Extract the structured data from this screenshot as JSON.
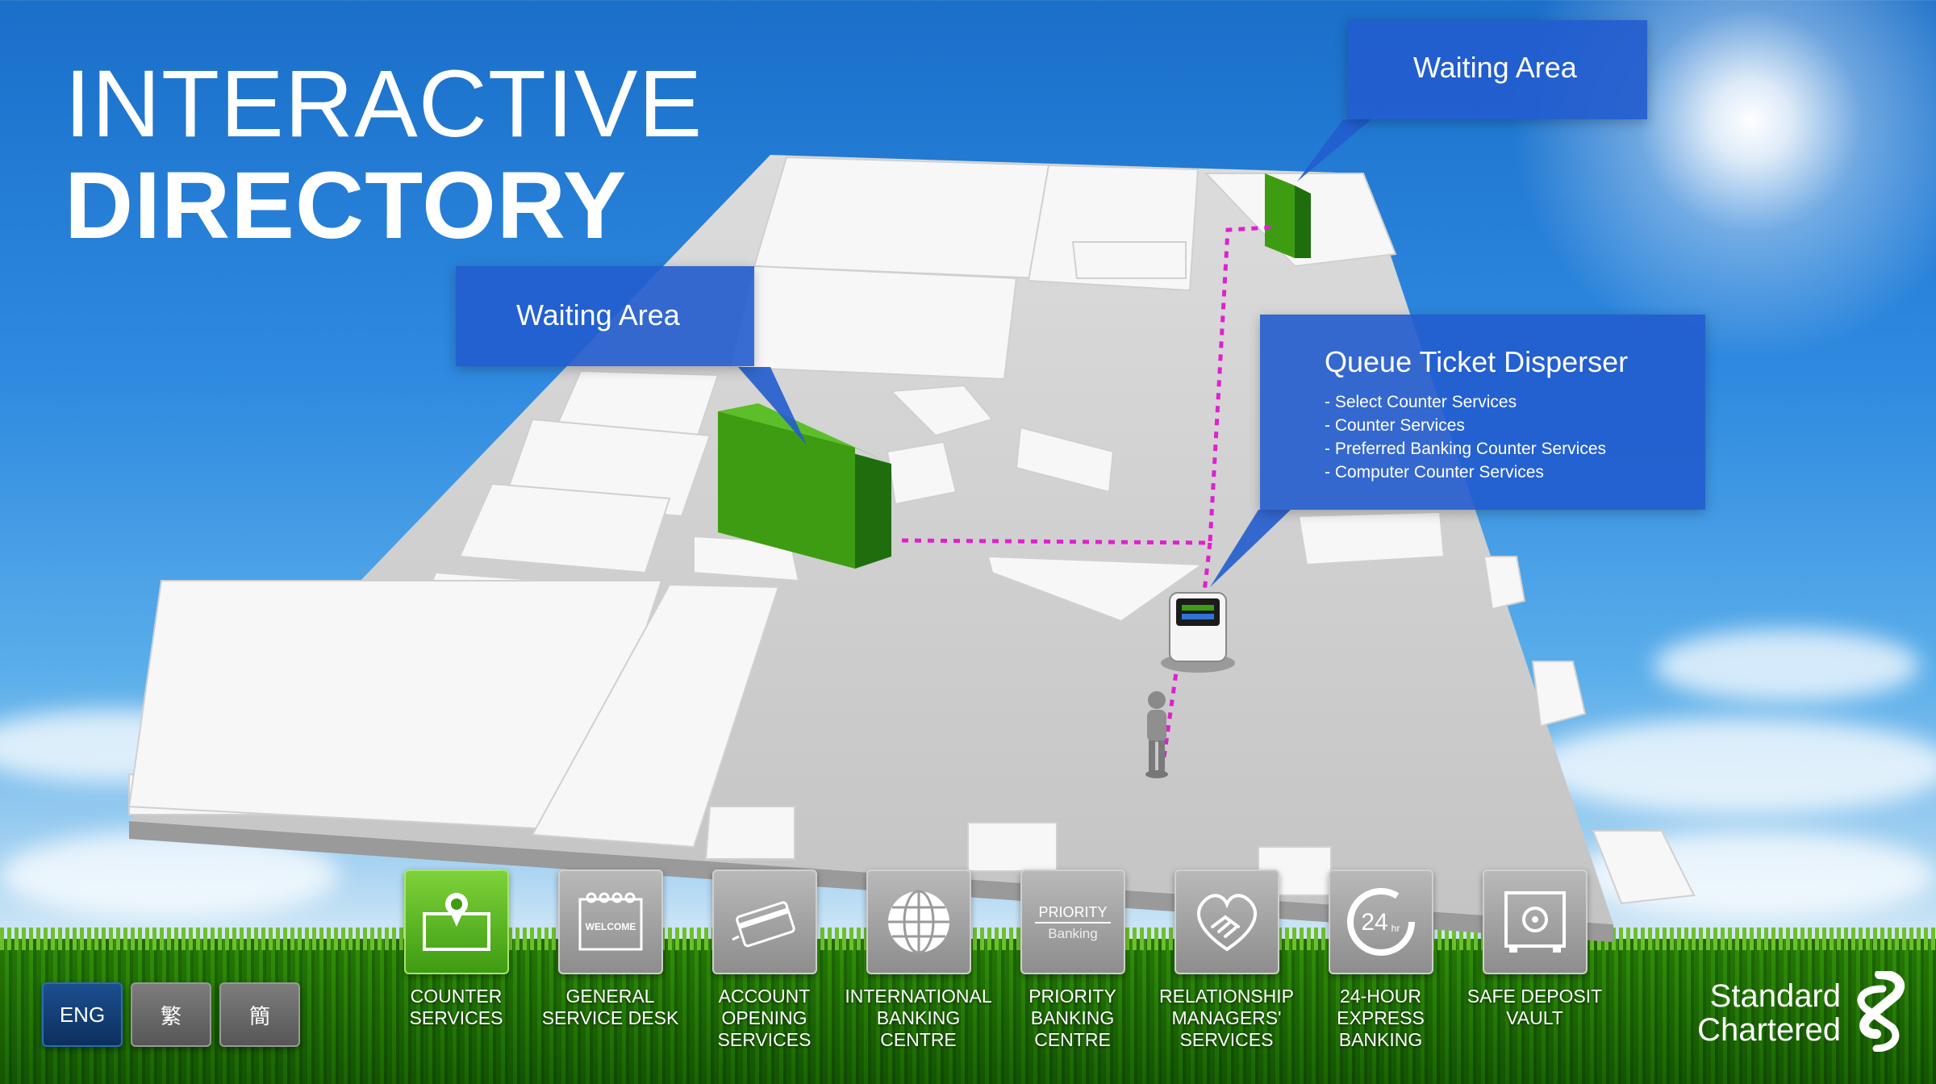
{
  "title": {
    "line1": "INTERACTIVE",
    "line2": "DIRECTORY"
  },
  "callouts": {
    "waiting_left": "Waiting Area",
    "waiting_right": "Waiting Area",
    "queue": {
      "heading": "Queue Ticket Disperser",
      "items": [
        "- Select Counter Services",
        "- Counter Services",
        "- Preferred Banking Counter Services",
        "- Computer Counter Services"
      ]
    }
  },
  "colors": {
    "accent_green": "#3e9c12",
    "callout_blue": "#225cce",
    "path_magenta": "#e020d0"
  },
  "toolbar": [
    {
      "label": "COUNTER\nSERVICES",
      "icon": "counter-services-icon",
      "active": true
    },
    {
      "label": "GENERAL\nSERVICE DESK",
      "icon": "welcome-calendar-icon",
      "icon_text": "WELCOME",
      "active": false
    },
    {
      "label": "ACCOUNT\nOPENING\nSERVICES",
      "icon": "card-icon",
      "active": false
    },
    {
      "label": "INTERNATIONAL\nBANKING\nCENTRE",
      "icon": "globe-icon",
      "active": false
    },
    {
      "label": "PRIORITY\nBANKING\nCENTRE",
      "icon": "priority-banking-icon",
      "icon_text": [
        "PRIORITY",
        "Banking"
      ],
      "active": false
    },
    {
      "label": "RELATIONSHIP\nMANAGERS'\nSERVICES",
      "icon": "handshake-heart-icon",
      "active": false
    },
    {
      "label": "24-HOUR\nEXPRESS\nBANKING",
      "icon": "24hr-icon",
      "icon_text": [
        "24",
        "hr"
      ],
      "active": false
    },
    {
      "label": "SAFE DEPOSIT\nVAULT",
      "icon": "vault-icon",
      "active": false
    }
  ],
  "languages": [
    {
      "label": "ENG",
      "active": true
    },
    {
      "label": "繁",
      "active": false
    },
    {
      "label": "簡",
      "active": false
    }
  ],
  "brand": {
    "line1": "Standard",
    "line2": "Chartered"
  }
}
